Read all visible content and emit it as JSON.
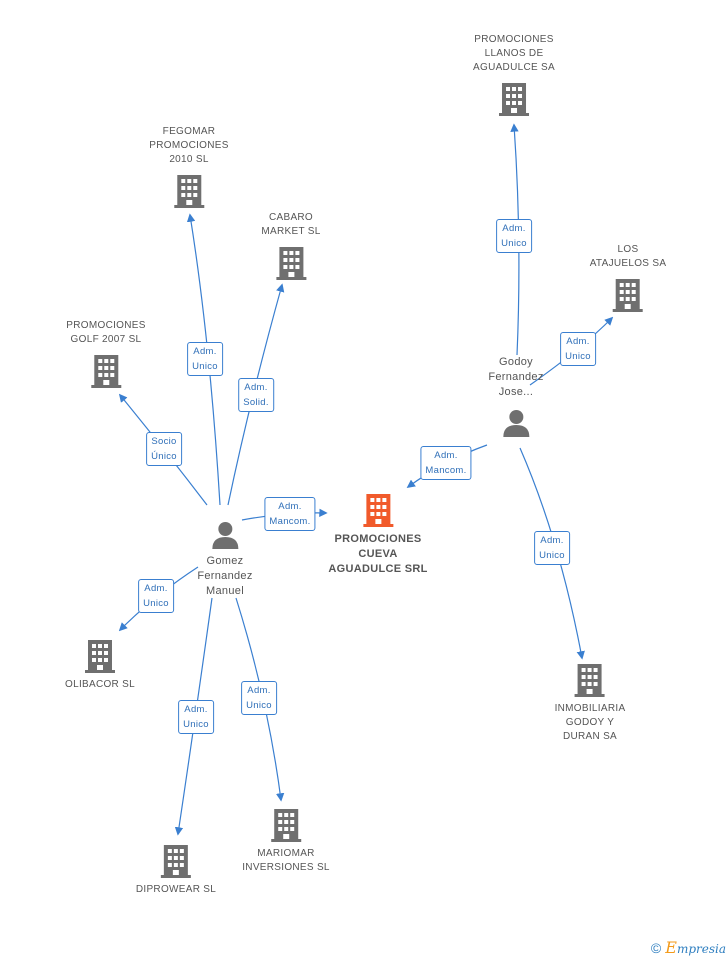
{
  "nodes": {
    "main": {
      "label": "PROMOCIONES\nCUEVA\nAGUADULCE SRL"
    },
    "gomez": {
      "label": "Gomez\nFernandez\nManuel"
    },
    "godoy": {
      "label": "Godoy\nFernandez\nJose..."
    },
    "llanos": {
      "label": "PROMOCIONES\nLLANOS DE\nAGUADULCE SA"
    },
    "atajuelos": {
      "label": "LOS\nATAJUELOS SA"
    },
    "inmobiliaria": {
      "label": "INMOBILIARIA\nGODOY Y\nDURAN SA"
    },
    "fegomar": {
      "label": "FEGOMAR\nPROMOCIONES\n2010 SL"
    },
    "cabaro": {
      "label": "CABARO\nMARKET SL"
    },
    "golf": {
      "label": "PROMOCIONES\nGOLF 2007 SL"
    },
    "olibacor": {
      "label": "OLIBACOR SL"
    },
    "diprowear": {
      "label": "DIPROWEAR SL"
    },
    "mariomar": {
      "label": "MARIOMAR\nINVERSIONES SL"
    }
  },
  "relations": {
    "godoy_llanos": "Adm.\nUnico",
    "godoy_atajuelos": "Adm.\nUnico",
    "godoy_main": "Adm.\nMancom.",
    "godoy_inmobiliaria": "Adm.\nUnico",
    "gomez_fegomar": "Adm.\nUnico",
    "gomez_cabaro": "Adm.\nSolid.",
    "gomez_golf": "Socio\nÚnico",
    "gomez_main": "Adm.\nMancom.",
    "gomez_olibacor": "Adm.\nUnico",
    "gomez_diprowear": "Adm.\nUnico",
    "gomez_mariomar": "Adm.\nUnico"
  },
  "colors": {
    "edge": "#3a7fd0",
    "building": "#6f6f6f",
    "building_main": "#f15a2b",
    "person": "#6f6f6f"
  },
  "footer": {
    "copyright": "©",
    "brand_initial": "E",
    "brand_rest": "mpresia"
  }
}
